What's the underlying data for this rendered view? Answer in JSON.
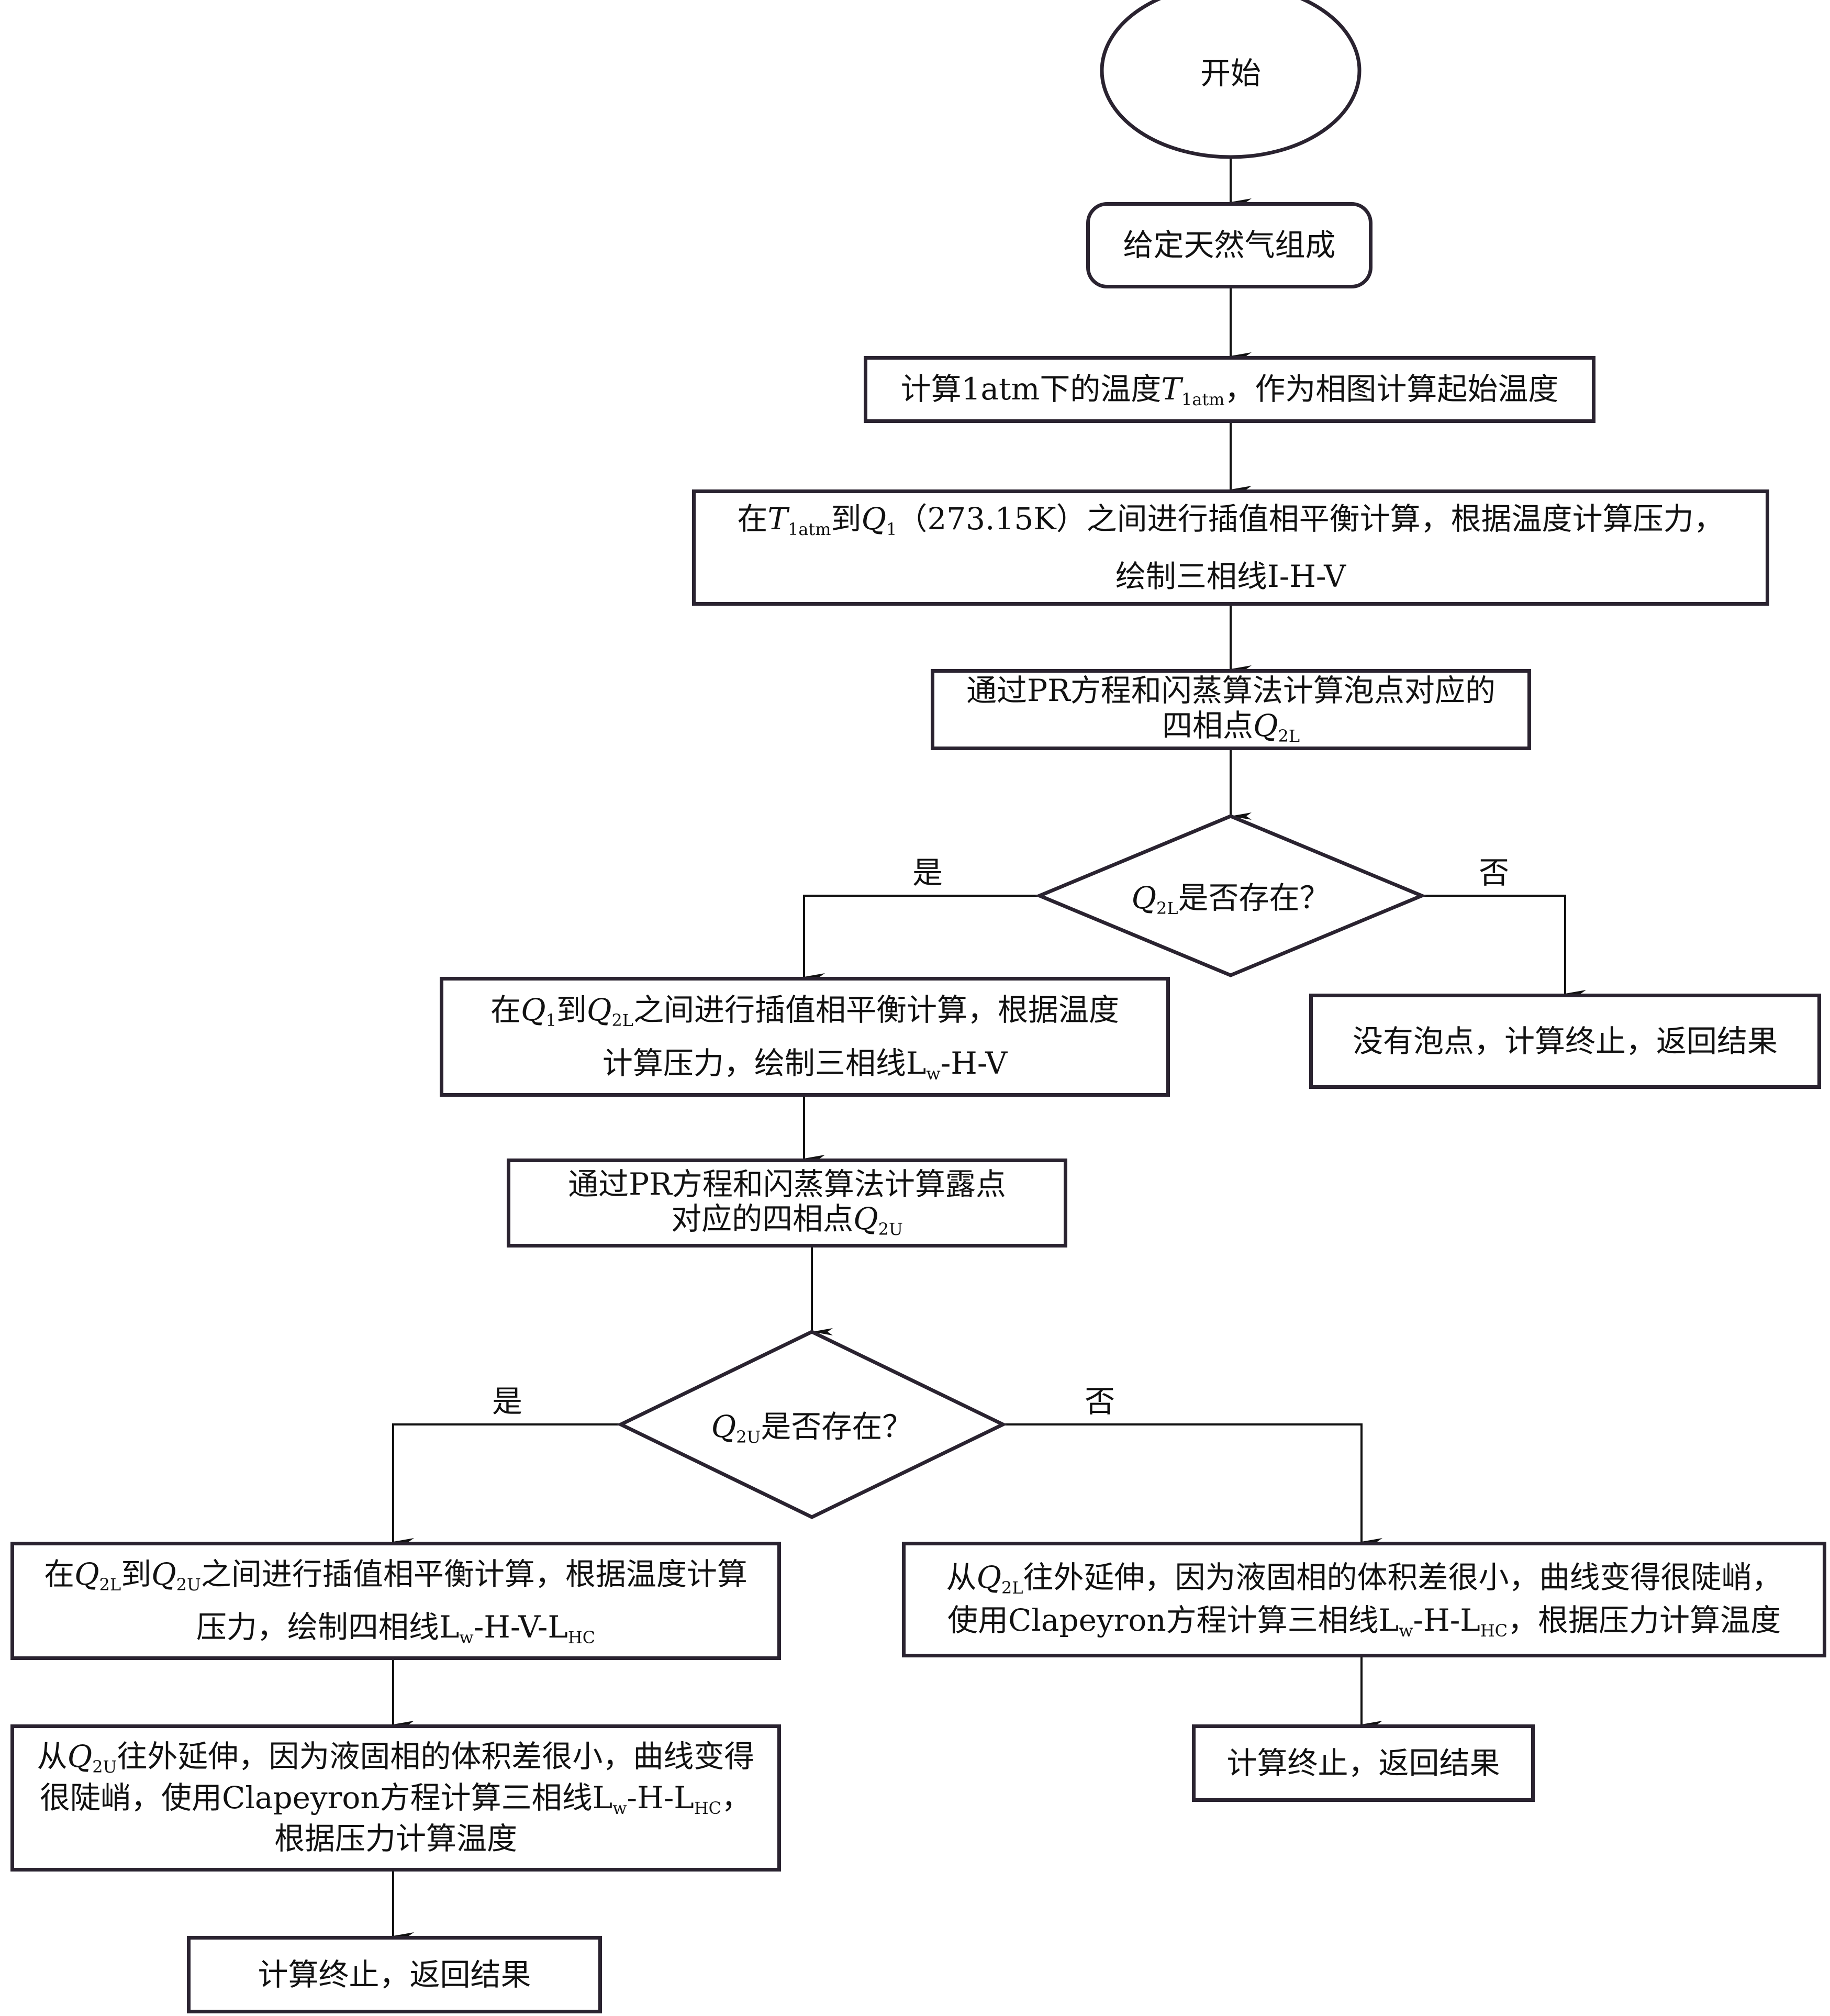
{
  "flowchart": {
    "start": "开始",
    "step_composition": "给定天然气组成",
    "step_t1atm": {
      "pre": "计算1atm下的温度",
      "var": "T",
      "sub": "1atm",
      "post": "，作为相图计算起始温度"
    },
    "step_ihv": {
      "line1_pre": "在",
      "var1": "T",
      "sub1": "1atm",
      "mid1": "到",
      "var2": "Q",
      "sub2": "1",
      "line1_post": "（273.15K）之间进行插值相平衡计算，根据温度计算压力，",
      "line2": "绘制三相线I-H-V"
    },
    "step_q2l": {
      "line1": "通过PR方程和闪蒸算法计算泡点对应的",
      "line2_pre": "四相点",
      "var": "Q",
      "sub": "2L"
    },
    "decision_q2l": {
      "var": "Q",
      "sub": "2L",
      "post": "是否存在？",
      "yes": "是",
      "no": "否"
    },
    "step_lwhv": {
      "line1_pre": "在",
      "var1": "Q",
      "sub1": "1",
      "mid": "到",
      "var2": "Q",
      "sub2": "2L",
      "line1_post": "之间进行插值相平衡计算，根据温度",
      "line2_pre": "计算压力，绘制三相线L",
      "sub_w": "w",
      "line2_post": "-H-V"
    },
    "end_no_bubble": "没有泡点，计算终止，返回结果",
    "step_q2u": {
      "line1": "通过PR方程和闪蒸算法计算露点",
      "line2_pre": "对应的四相点",
      "var": "Q",
      "sub": "2U"
    },
    "decision_q2u": {
      "var": "Q",
      "sub": "2U",
      "post": "是否存在？",
      "yes": "是",
      "no": "否"
    },
    "step_four_phase": {
      "line1_pre": "在",
      "var1": "Q",
      "sub1": "2L",
      "mid": "到",
      "var2": "Q",
      "sub2": "2U",
      "line1_post": "之间进行插值相平衡计算，根据温度计算",
      "line2_pre": "压力，绘制四相线L",
      "sub_w": "w",
      "line2_mid": "-H-V-L",
      "sub_hc": "HC"
    },
    "step_extend_q2l": {
      "line1_pre": "从",
      "var": "Q",
      "sub": "2L",
      "line1_post": "往外延伸，因为液固相的体积差很小，曲线变得很陡峭，",
      "line2_pre": "使用Clapeyron方程计算三相线L",
      "sub_w": "w",
      "line2_mid": "-H-L",
      "sub_hc": "HC",
      "line2_post": "，根据压力计算温度"
    },
    "step_extend_q2u": {
      "line1_pre": "从",
      "var": "Q",
      "sub": "2U",
      "line1_post": "往外延伸，因为液固相的体积差很小，曲线变得",
      "line2_pre": "很陡峭，使用Clapeyron方程计算三相线L",
      "sub_w": "w",
      "line2_mid": "-H-L",
      "sub_hc": "HC",
      "line2_post": "，",
      "line3": "根据压力计算温度"
    },
    "end_right": "计算终止，返回结果",
    "end_left": "计算终止，返回结果"
  }
}
